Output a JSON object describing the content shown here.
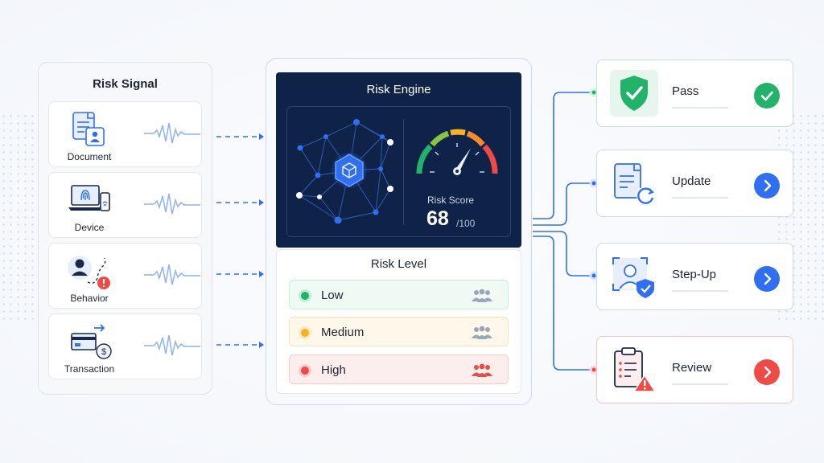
{
  "signals": {
    "title": "Risk Signal",
    "items": [
      {
        "label": "Document"
      },
      {
        "label": "Device"
      },
      {
        "label": "Behavior"
      },
      {
        "label": "Transaction"
      }
    ]
  },
  "engine": {
    "title": "Risk Engine",
    "score_label": "Risk Score",
    "score_value": "68",
    "score_max": "/100",
    "score_fraction": 0.68
  },
  "levels": {
    "title": "Risk Level",
    "items": [
      {
        "label": "Low",
        "color": "#22b26a",
        "bg": "#eefaf3",
        "border": "#c9ecd8",
        "icon_color": "#9aa6bd"
      },
      {
        "label": "Medium",
        "color": "#f6b322",
        "bg": "#fff8ea",
        "border": "#f6e3b8",
        "icon_color": "#9aa6bd"
      },
      {
        "label": "High",
        "color": "#ee4b47",
        "bg": "#fdeeee",
        "border": "#f4cccc",
        "icon_color": "#e0514b"
      }
    ]
  },
  "outcomes": [
    {
      "label": "Pass",
      "color": "#22b26a",
      "icon": "shield-check-icon",
      "action": "check-icon"
    },
    {
      "label": "Update",
      "color": "#2f6ff0",
      "icon": "document-refresh-icon",
      "action": "chevron-right-icon"
    },
    {
      "label": "Step-Up",
      "color": "#2f6ff0",
      "icon": "face-verify-icon",
      "action": "chevron-right-icon"
    },
    {
      "label": "Review",
      "color": "#ee4b47",
      "icon": "clipboard-warning-icon",
      "action": "chevron-right-icon"
    }
  ]
}
